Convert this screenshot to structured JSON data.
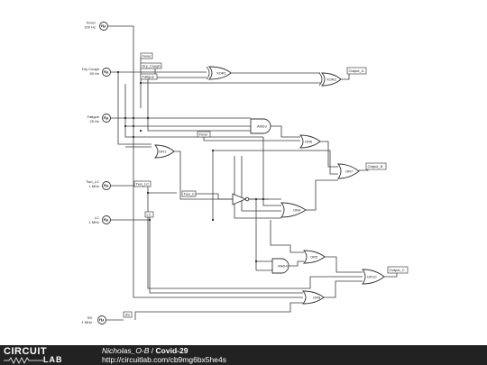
{
  "inputs": {
    "fever": {
      "name": "Fever",
      "freq": "100 Hz"
    },
    "dry_cough": {
      "name": "Dry Cough",
      "freq": "50 Hz"
    },
    "fatigue": {
      "name": "Fatigue",
      "freq": "25 Hz"
    },
    "two_lc": {
      "name": "Two_LC",
      "freq": "1 MHz"
    },
    "lc": {
      "name": "LC",
      "freq": "1 MHz"
    },
    "ss": {
      "name": "SS",
      "freq": "1 MHz"
    }
  },
  "net_tags": {
    "fever_a": "Fever",
    "dry_cough": "Dry_Cough",
    "fatigue": "Fatigue",
    "fever_b": "Fever",
    "two_lc": "Two_LC",
    "two_c": "Two_C",
    "lc": "LC",
    "ss": "SS"
  },
  "gates": {
    "xor1": "XOR1",
    "xor2": "XOR2",
    "and3": "AND3",
    "or6": "OR6",
    "or1": "OR1",
    "or7": "OR7",
    "or4": "OR4",
    "or5": "OR5",
    "and4": "AND4",
    "or10": "OR10",
    "or8": "OR8",
    "not1": ""
  },
  "outputs": {
    "a": "Output_A",
    "b": "Output_B",
    "c": "Output_C"
  },
  "footer": {
    "logo_top": "CIRCUIT",
    "logo_bottom": "LAB",
    "author": "Nicholas_O-B",
    "separator": " / ",
    "title": "Covid-29",
    "url": "http://circuitlab.com/cb9mg6bx5he4s"
  },
  "colors": {
    "wire": "#3a3a3a",
    "footer_bg": "#222222",
    "footer_text": "#ffffff"
  }
}
